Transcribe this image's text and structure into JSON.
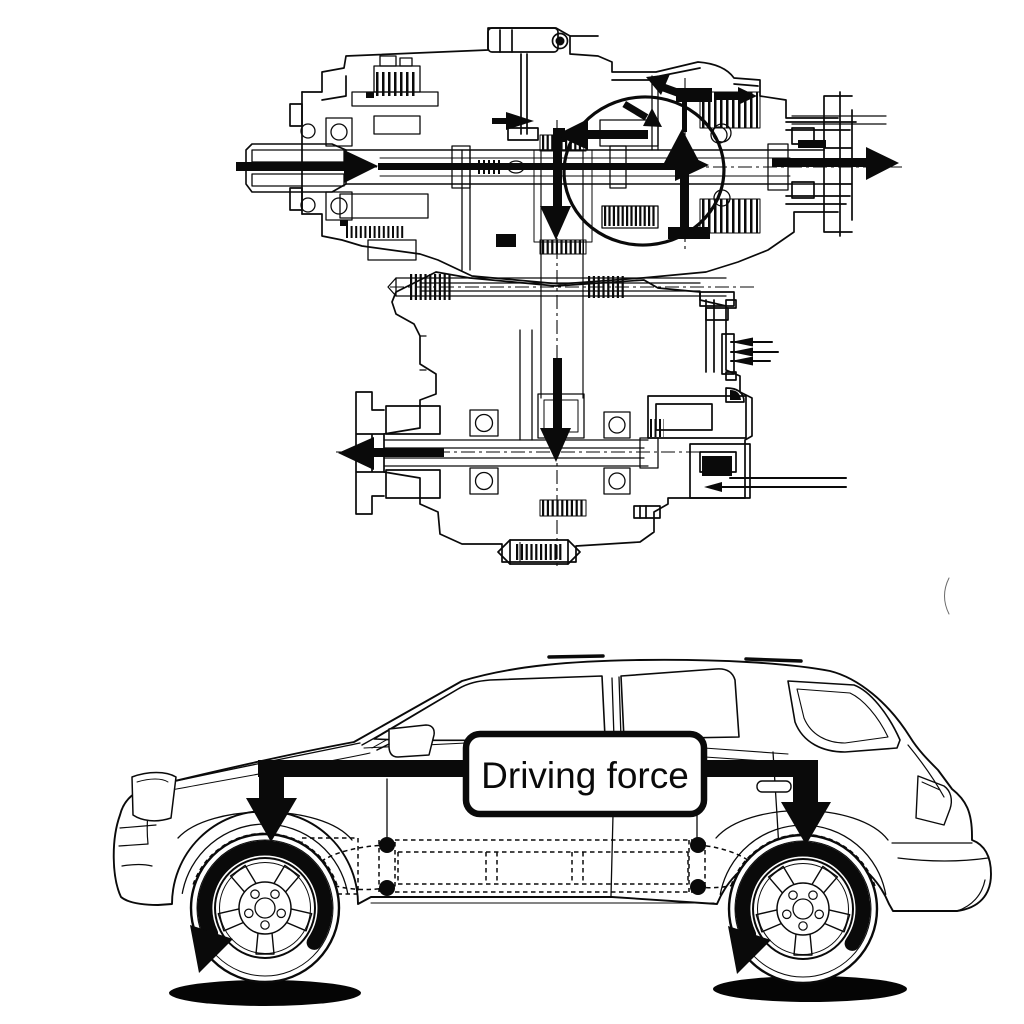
{
  "colors": {
    "ink": "#0a0a0a",
    "paper": "#ffffff"
  },
  "transfer_case_panel": {
    "highlight_icon": "clutch-ellipse-highlight",
    "flow_arrow_icons": [
      "input-torque-arrow-right",
      "mainshaft-torque-arrow-right",
      "rear-output-torque-arrow-right",
      "chain-transfer-arrow-down",
      "transfer-arrow-left",
      "clutch-torque-arrow-up",
      "clutch-torque-arrow-up-left",
      "clutch-torque-arrow-down-right",
      "shift-rail-small-arrow-right",
      "actuator-small-arrow-right",
      "mode-indicator-small-arrows-left",
      "front-drive-arrow-down",
      "front-output-torque-arrow-left"
    ]
  },
  "vehicle_panel": {
    "label": "Driving force",
    "flow_arrow_icons": [
      "driving-force-bar",
      "front-wheel-force-arrow-down",
      "rear-wheel-force-arrow-down",
      "front-wheel-rotation-arrow",
      "rear-wheel-rotation-arrow"
    ]
  }
}
